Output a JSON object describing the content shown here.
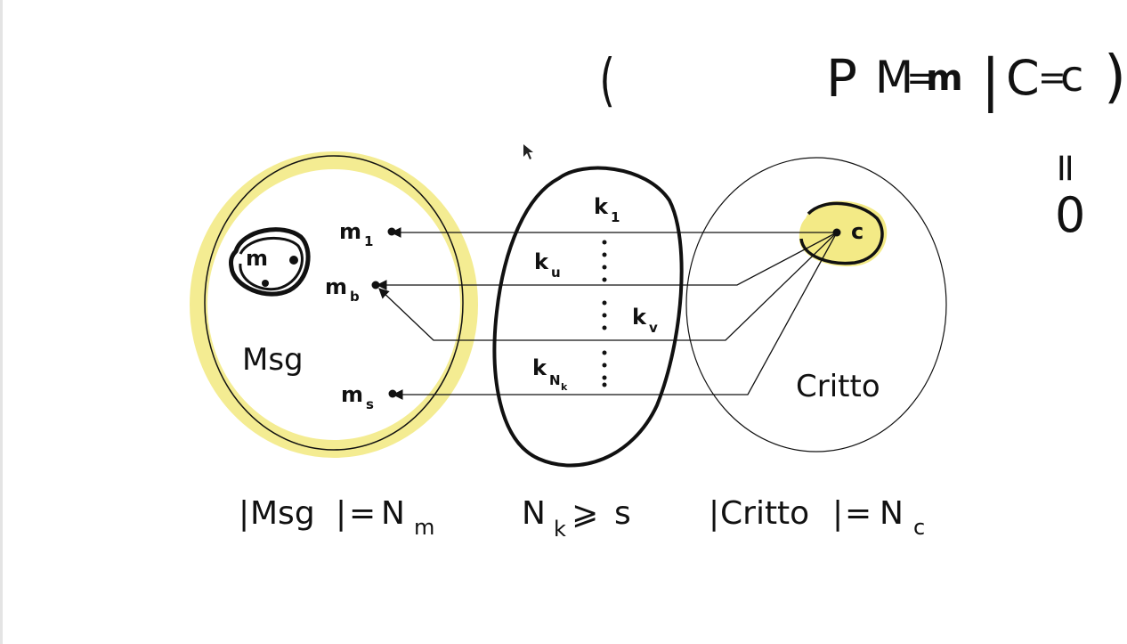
{
  "highlight_color": "#f3ea86",
  "formula": {
    "p": "P",
    "open": "(",
    "m_cap": "M",
    "eq1": "=",
    "m_low": "m",
    "bar": "|",
    "c_cap": "C",
    "eq2": "=",
    "c_low": "c",
    "close": ")",
    "equals_vertical": "=",
    "zero": "0"
  },
  "msg_set": {
    "label": "Msg",
    "elements": {
      "m1": "m",
      "m1_sub": "1",
      "mb": "m",
      "mb_sub": "b",
      "ms": "m",
      "ms_sub": "s",
      "circled_m": "m"
    }
  },
  "key_set": {
    "elements": {
      "k1": "k",
      "k1_sub": "1",
      "ku": "k",
      "ku_sub": "u",
      "kv": "k",
      "kv_sub": "v",
      "kn": "k",
      "kn_sub": "N",
      "kn_subsub": "k"
    }
  },
  "critto_set": {
    "label": "Critto",
    "element": "c"
  },
  "captions": {
    "msg": {
      "left_bar": "|",
      "name": "Msg",
      "right_bar": "|",
      "eq": "=",
      "N": "N",
      "sub": "m"
    },
    "keys": {
      "N": "N",
      "sub": "k",
      "geq": "⩾",
      "s": "s"
    },
    "critto": {
      "left_bar": "|",
      "name": "Critto",
      "right_bar": "|",
      "eq": "=",
      "N": "N",
      "sub": "c"
    }
  }
}
